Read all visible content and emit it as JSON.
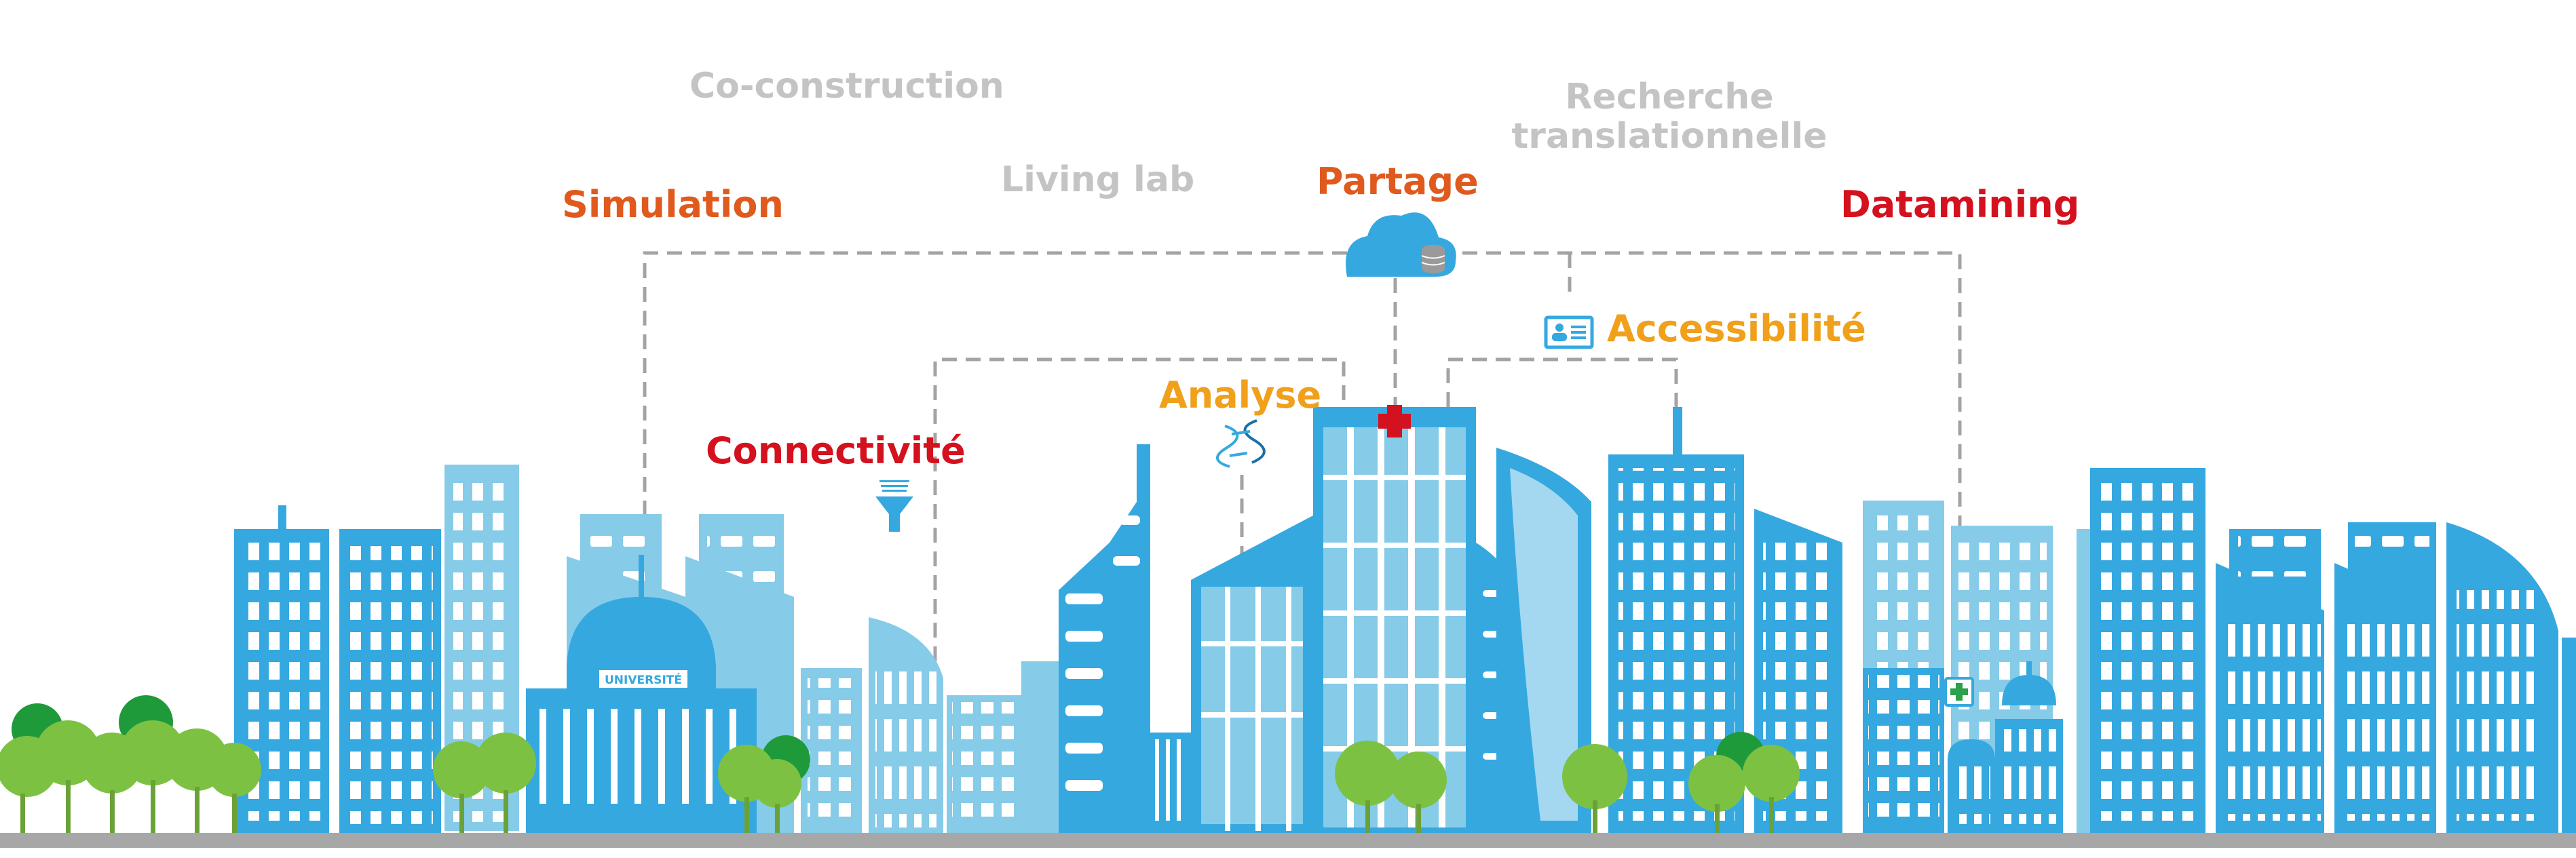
{
  "labels": {
    "co_construction": "Co-construction",
    "living_lab": "Living lab",
    "recherche_line1": "Recherche",
    "recherche_line2": "translationnelle",
    "simulation": "Simulation",
    "partage": "Partage",
    "datamining": "Datamining",
    "accessibilite": "Accessibilité",
    "analyse": "Analyse",
    "connectivite": "Connectivité"
  },
  "university_sign": "UNIVERSITÉ",
  "icons": {
    "cloud": "cloud-database-icon",
    "id_card": "id-card-icon",
    "dna": "dna-icon",
    "funnel": "data-funnel-icon",
    "medical_cross": "medical-cross-icon",
    "pharmacy": "pharmacy-cross-icon"
  },
  "colors": {
    "grey_text": "#c4c4c4",
    "orange_red": "#e05a1e",
    "red": "#d4111e",
    "amber": "#f0a01a",
    "blue": "#35a8e0",
    "light_blue": "#86cbe8",
    "tree_green": "#7dc142",
    "dark_green": "#1f9a3a",
    "ground": "#a7a7a7",
    "dash": "#a3a3a3"
  }
}
